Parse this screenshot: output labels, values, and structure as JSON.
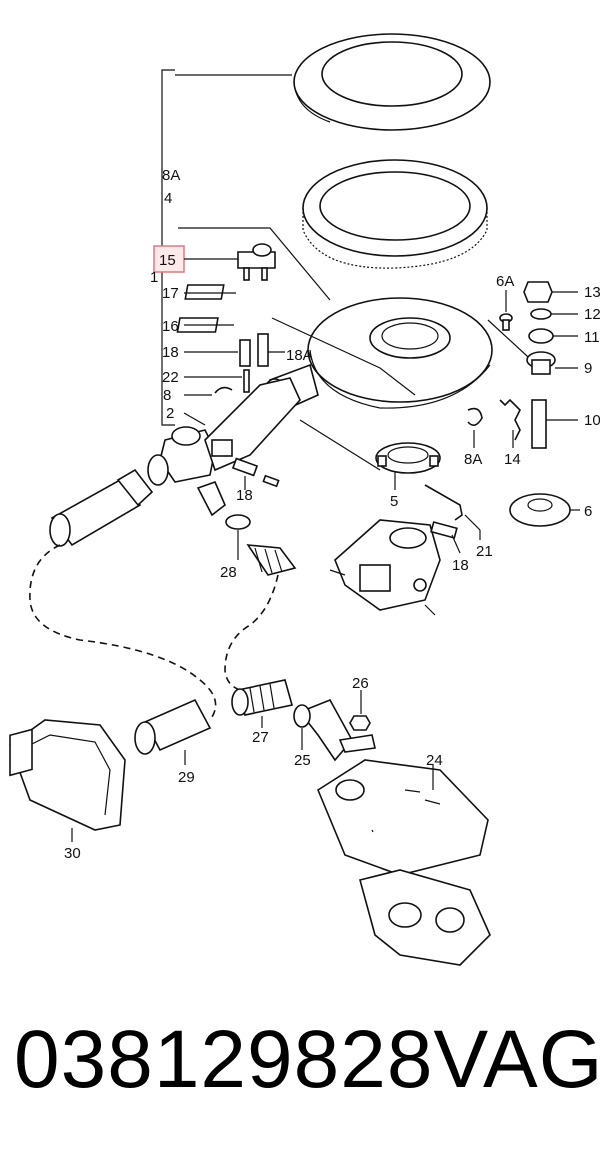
{
  "diagram": {
    "callouts": [
      "1",
      "2",
      "4",
      "5",
      "6",
      "6A",
      "8",
      "8A",
      "9",
      "10",
      "11",
      "12",
      "13",
      "14",
      "15",
      "16",
      "17",
      "18",
      "18A",
      "21",
      "22",
      "24",
      "25",
      "26",
      "27",
      "28",
      "29",
      "30"
    ],
    "highlighted_callout": "15",
    "highlight_color": "#e0787f"
  },
  "caption": {
    "part_number": "038129828",
    "brand": "VAG"
  }
}
